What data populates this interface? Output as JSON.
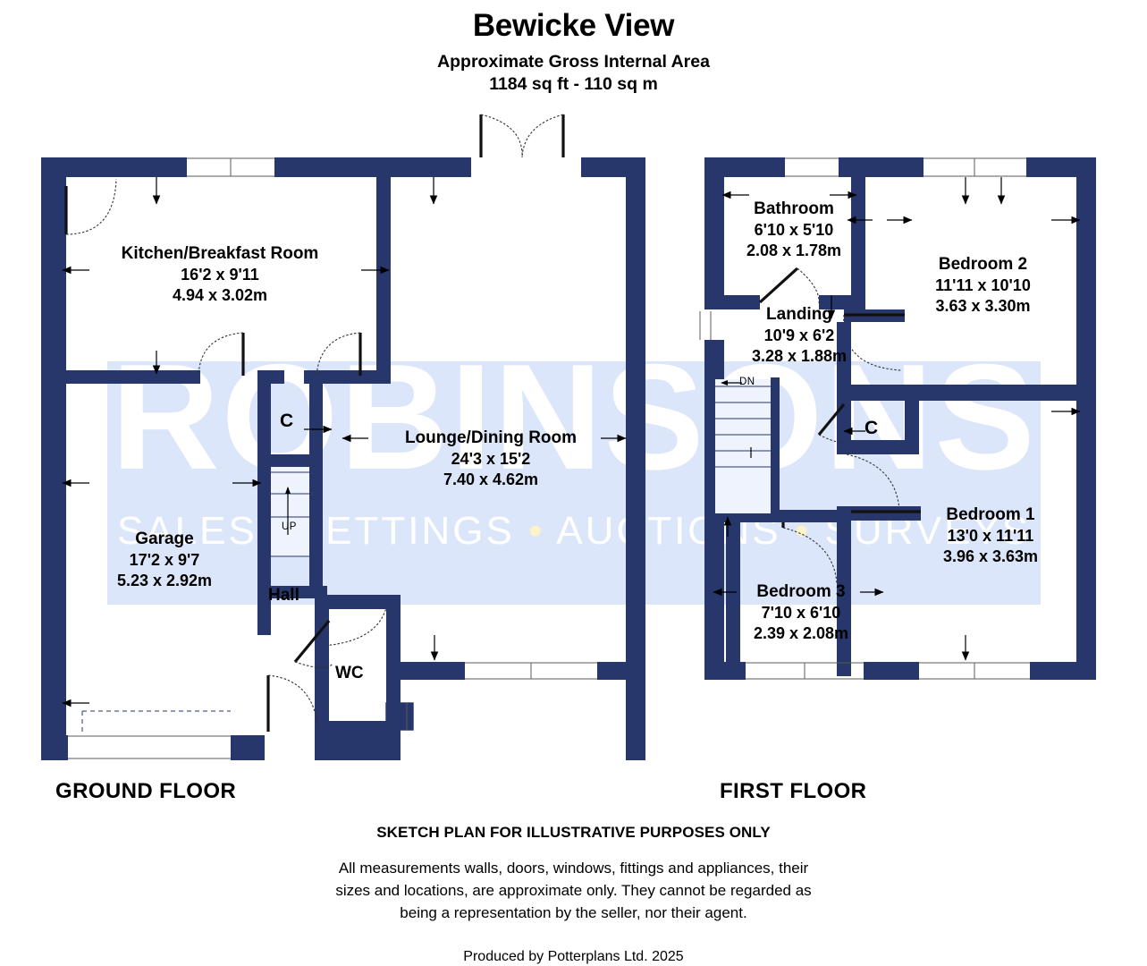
{
  "header": {
    "title": "Bewicke View",
    "area_label": "Approximate Gross Internal Area",
    "area_value": "1184 sq ft - 110 sq m"
  },
  "watermark": {
    "brand": "ROBINSONS",
    "services_part1": "SALES",
    "services_part2": "LETTINGS",
    "services_part3": "AUCTIONS",
    "services_part4": "SURVEYS",
    "separator": "•",
    "band_color": "#dce6fa",
    "text_color": "#ffffff",
    "dot_color": "#fdf3c8"
  },
  "colors": {
    "wall": "#27366b",
    "wall_outline": "#1b2750",
    "background": "#ffffff",
    "text": "#000000",
    "door_arc": "#222222"
  },
  "floors": [
    {
      "id": "ground",
      "caption": "GROUND FLOOR",
      "rooms": [
        {
          "name": "Kitchen/Breakfast Room",
          "dim_imperial": "16'2 x 9'11",
          "dim_metric": "4.94 x 3.02m"
        },
        {
          "name": "Lounge/Dining Room",
          "dim_imperial": "24'3 x 15'2",
          "dim_metric": "7.40 x 4.62m"
        },
        {
          "name": "Garage",
          "dim_imperial": "17'2 x 9'7",
          "dim_metric": "5.23 x 2.92m"
        }
      ],
      "plain_labels": [
        {
          "name": "Hall"
        },
        {
          "name": "WC"
        }
      ],
      "cupboards": [
        {
          "label": "C"
        }
      ],
      "stairs": [
        {
          "direction": "UP"
        }
      ]
    },
    {
      "id": "first",
      "caption": "FIRST FLOOR",
      "rooms": [
        {
          "name": "Bathroom",
          "dim_imperial": "6'10 x 5'10",
          "dim_metric": "2.08 x 1.78m"
        },
        {
          "name": "Bedroom 2",
          "dim_imperial": "11'11 x 10'10",
          "dim_metric": "3.63 x 3.30m"
        },
        {
          "name": "Landing",
          "dim_imperial": "10'9 x 6'2",
          "dim_metric": "3.28 x 1.88m"
        },
        {
          "name": "Bedroom 1",
          "dim_imperial": "13'0 x 11'11",
          "dim_metric": "3.96 x 3.63m"
        },
        {
          "name": "Bedroom 3",
          "dim_imperial": "7'10 x 6'10",
          "dim_metric": "2.39 x 2.08m"
        }
      ],
      "cupboards": [
        {
          "label": "C"
        }
      ],
      "stairs": [
        {
          "direction": "DN"
        }
      ]
    }
  ],
  "footer": {
    "disclaimer_heading": "SKETCH PLAN FOR ILLUSTRATIVE PURPOSES ONLY",
    "disclaimer_line1": "All measurements walls, doors, windows, fittings and appliances, their",
    "disclaimer_line2": "sizes and locations, are approximate only. They cannot be regarded as",
    "disclaimer_line3": "being a representation by the seller, nor their agent.",
    "produced_by": "Produced by Potterplans Ltd. 2025"
  }
}
